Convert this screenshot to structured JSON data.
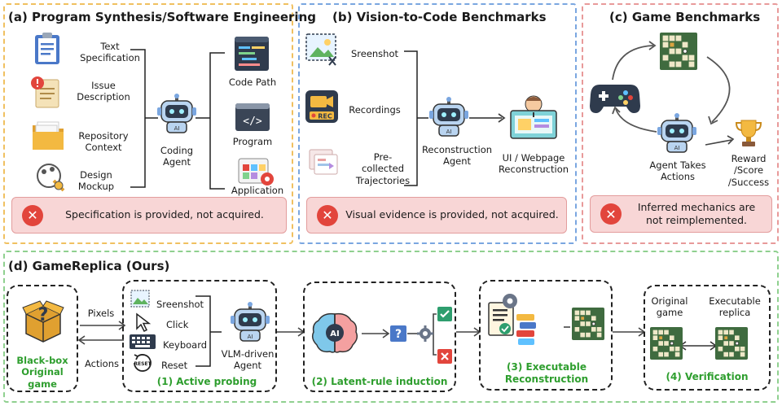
{
  "panels": {
    "a": {
      "title": "(a) Program Synthesis/Software Engineering",
      "inputs": [
        "Text\nSpecification",
        "Issue\nDescription",
        "Repository\nContext",
        "Design\nMockup"
      ],
      "agent": "Coding\nAgent",
      "outputs": [
        "Code Path",
        "Program",
        "Application"
      ],
      "banner": "Specification is provided, not acquired."
    },
    "b": {
      "title": "(b) Vision-to-Code Benchmarks",
      "inputs": [
        "Sreenshot",
        "Recordings",
        "Pre-\ncollected\nTrajectories"
      ],
      "icon_text_rec": "REC",
      "agent": "Reconstruction\nAgent",
      "output": "UI / Webpage\nReconstruction",
      "banner": "Visual evidence is provided, not acquired."
    },
    "c": {
      "title": "(c) Game Benchmarks",
      "agent": "Agent Takes\nActions",
      "reward": "Reward\n/Score\n/Success",
      "banner": "Inferred mechanics are\nnot reimplemented."
    },
    "d": {
      "title": "(d) GameReplica (Ours)",
      "blackbox": "Black-box\nOriginal game",
      "pixels": "Pixels",
      "actions": "Actions",
      "probes": [
        "Sreenshot",
        "Click",
        "Keyboard",
        "Reset"
      ],
      "icon_text_reset": "RESET",
      "vlm_agent": "VLM-driven\nAgent",
      "stage1": "(1) Active probing",
      "ai_text": "AI",
      "question_mark": "?",
      "stage2": "(2) Latent-rule induction",
      "stage3": "(3) Executable\nReconstruction",
      "orig_game": "Original\ngame",
      "exec_replica": "Executable\nreplica",
      "stage4": "(4) Verification"
    }
  },
  "colors": {
    "panel_a_border": "#f0c060",
    "panel_b_border": "#7aa6e0",
    "panel_c_border": "#e89a9a",
    "panel_d_border": "#8fd08f",
    "banner_bg": "#f8d6d6",
    "banner_x": "#e2453c",
    "green_text": "#2e9e2e",
    "board_bg": "#3f6b3f",
    "board_cell": "#efe8c8"
  },
  "icons": {
    "robot": "robot-agent-icon",
    "clipboard": "clipboard-icon",
    "issue": "issue-document-icon",
    "folder": "folder-icon",
    "design": "design-tools-icon",
    "code": "code-window-icon",
    "program": "program-window-icon",
    "app": "application-icon",
    "image": "image-icon",
    "recording": "recording-camera-icon",
    "trajectories": "trajectories-icon",
    "ui": "ui-webpage-icon",
    "gamepad": "gamepad-icon",
    "trophy": "trophy-icon",
    "board": "game-board-icon",
    "box": "mystery-box-icon",
    "cursor": "cursor-icon",
    "keyboard": "keyboard-icon",
    "brain": "ai-brain-icon",
    "blocks": "code-blocks-icon"
  }
}
